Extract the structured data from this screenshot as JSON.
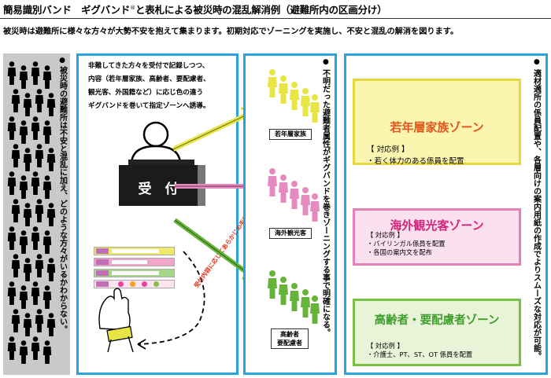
{
  "header": {
    "title_before": "簡易識別バンド　ギグバンド",
    "registered_mark": "®",
    "title_after": "と表札による被災時の混乱解消例（避難所内の区画分け）",
    "subtitle": "被災時は避難所に様々な方々が大勢不安を抱えて集まります。初期対応でゾーニングを実施し、不安と混乱の解消を図ります。"
  },
  "left_panel": {
    "text": "被災時の避難所は不安と混乱に加え、どのような方々がいるかわからない。"
  },
  "reception_panel": {
    "instructions": [
      "非難してきた方々を受付で記録しつつ、",
      "内容（若年層家族、高齢者、要配慮者、",
      "観光客、外国籍など）に応じ色の違う",
      "ギグバンドを巻いて指定ゾーンへ誘導。"
    ],
    "desk_label": "受　付",
    "band_note": "受付内容に応じてあらかじめ手首に巻く"
  },
  "groups": {
    "young_families": "若年層家族",
    "foreign_tourists": "海外観光客",
    "elderly_line1": "高齢者",
    "elderly_line2": "要配慮者"
  },
  "middle_text": "不明だった避難者属性がギグバンドを巻きゾーニングする事で明確になる。",
  "zones": [
    {
      "title": "若年層家族ゾーン",
      "example_header": "【 対応例 】",
      "examples": [
        "・若く体力のある係員を配置"
      ]
    },
    {
      "title": "海外観光客ゾーン",
      "example_header": "【 対応例 】",
      "examples": [
        "・バイリンガル係員を配置",
        "・各国の案内文を配布"
      ]
    },
    {
      "title": "高齢者・要配慮者ゾーン",
      "example_header": "【 対応例 】",
      "examples": [
        "・介護士、PT、ST、OT 係員を配置"
      ]
    }
  ],
  "right_text": "適材適所の係員配置や、各層向けの案内用紙の作成でよりスムーズな対応が可能。",
  "colors": {
    "panel_border": "#2aa3dc",
    "yellow": "#e8e645",
    "yellow_zone_bg": "#fbf5b0",
    "yellow_zone_border": "#e6d640",
    "yellow_zone_title": "#e0561c",
    "pink": "#e58bbf",
    "pink_zone_bg": "#fbe0ee",
    "pink_zone_border": "#e680b9",
    "pink_zone_title": "#d4247b",
    "green": "#67b43a",
    "green_zone_bg": "#e8f3d8",
    "green_zone_border": "#79c043",
    "green_zone_title": "#3e9e2c"
  }
}
